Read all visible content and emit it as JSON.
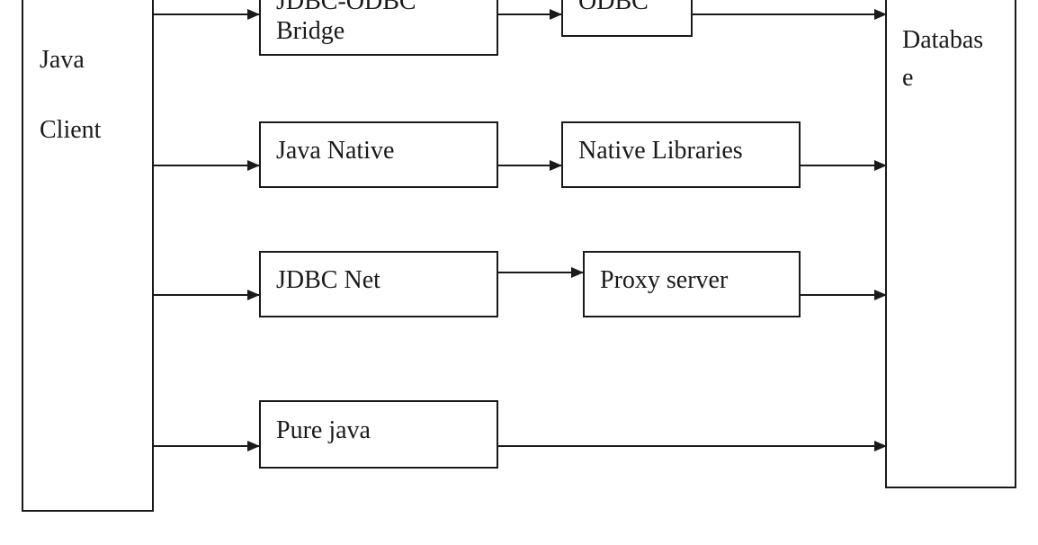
{
  "diagram": {
    "client": {
      "line1": "Java",
      "line2": "Client"
    },
    "database": {
      "line1": "Databas",
      "line2": "e"
    },
    "drivers": {
      "jdbc_odbc": {
        "line1": "JDBC-ODBC",
        "line2": "Bridge"
      },
      "odbc": "ODBC",
      "java_native": "Java Native",
      "native_libraries": "Native Libraries",
      "jdbc_net": "JDBC Net",
      "proxy_server": "Proxy server",
      "pure_java": "Pure java"
    },
    "colors": {
      "stroke": "#1a1a1a",
      "background": "#ffffff"
    }
  }
}
